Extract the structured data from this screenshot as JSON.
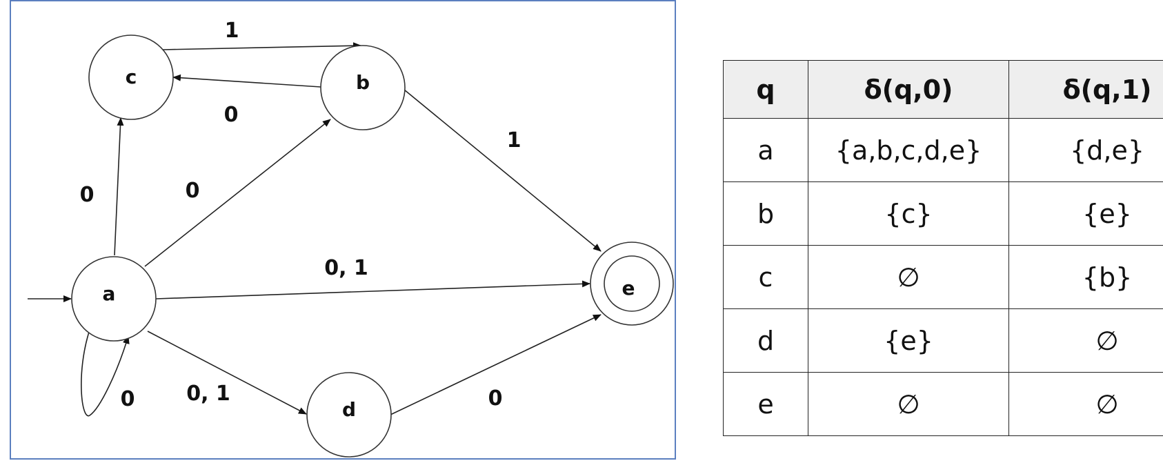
{
  "diagram": {
    "states": [
      {
        "id": "a",
        "label": "a",
        "start": true,
        "accepting": false
      },
      {
        "id": "b",
        "label": "b",
        "start": false,
        "accepting": false
      },
      {
        "id": "c",
        "label": "c",
        "start": false,
        "accepting": false
      },
      {
        "id": "d",
        "label": "d",
        "start": false,
        "accepting": false
      },
      {
        "id": "e",
        "label": "e",
        "start": false,
        "accepting": true
      }
    ],
    "edges": [
      {
        "from": "c",
        "to": "b",
        "label": "1"
      },
      {
        "from": "b",
        "to": "c",
        "label": "0"
      },
      {
        "from": "b",
        "to": "e",
        "label": "1"
      },
      {
        "from": "a",
        "to": "c",
        "label": "0"
      },
      {
        "from": "a",
        "to": "b",
        "label": "0"
      },
      {
        "from": "a",
        "to": "e",
        "label": "0, 1"
      },
      {
        "from": "a",
        "to": "a",
        "label": "0"
      },
      {
        "from": "a",
        "to": "d",
        "label": "0, 1"
      },
      {
        "from": "d",
        "to": "e",
        "label": "0"
      }
    ]
  },
  "table": {
    "headers": {
      "q": "q",
      "col0": "δ(q,0)",
      "col1": "δ(q,1)"
    },
    "rows": [
      {
        "q": "a",
        "on0": "{a,b,c,d,e}",
        "on1": "{d,e}"
      },
      {
        "q": "b",
        "on0": "{c}",
        "on1": "{e}"
      },
      {
        "q": "c",
        "on0": "∅",
        "on1": "{b}"
      },
      {
        "q": "d",
        "on0": "{e}",
        "on1": "∅"
      },
      {
        "q": "e",
        "on0": "∅",
        "on1": "∅"
      }
    ]
  },
  "colors": {
    "frame_border": "#5b7fbf",
    "header_bg": "#eeeeee"
  }
}
